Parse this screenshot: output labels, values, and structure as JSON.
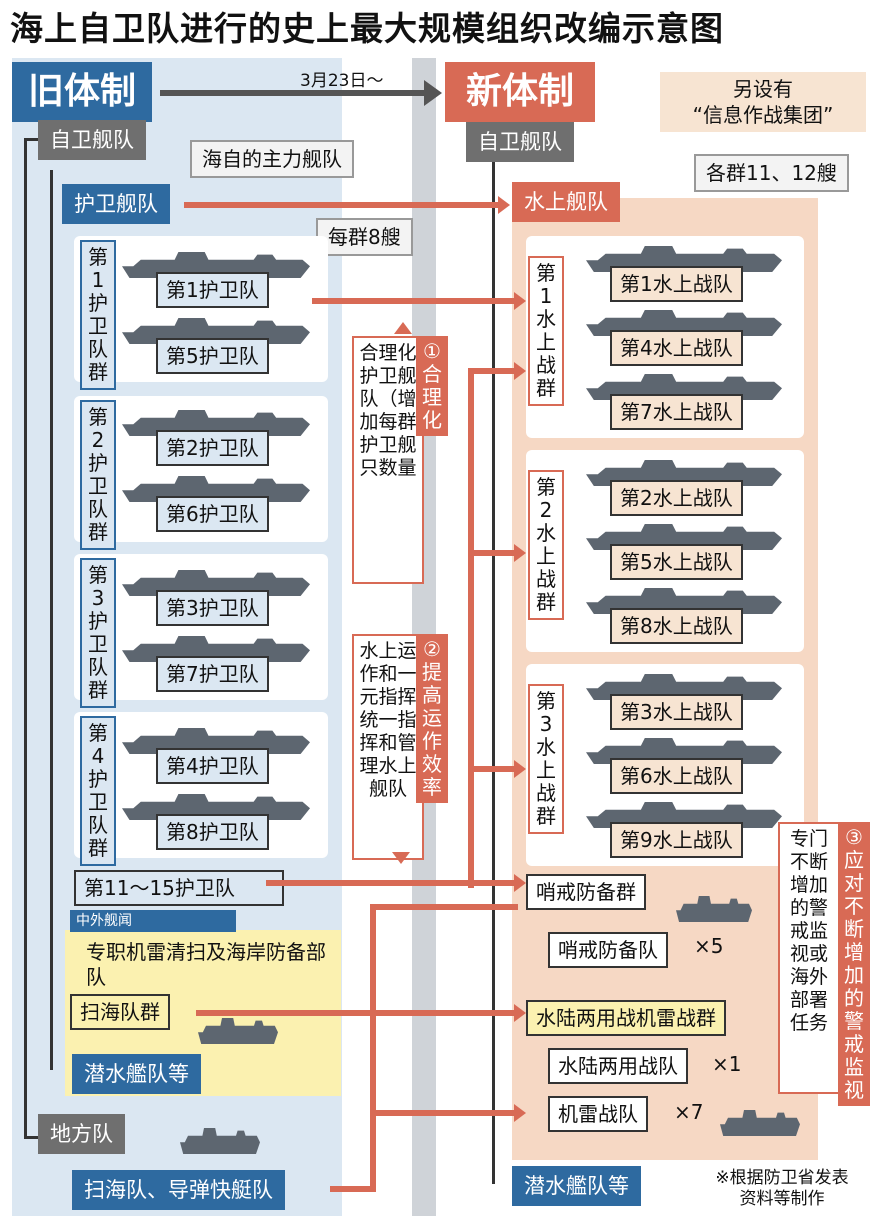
{
  "title": "海上自卫队进行的史上最大规模组织改编示意图",
  "old_header": "旧体制",
  "new_header": "新体制",
  "date_label": "3月23日～",
  "note_info_group": "另设有\n“信息作战集团”",
  "old": {
    "fleet": "自卫舰队",
    "main_fleet_note": "海自的主力舰队",
    "escort_fleet": "护卫舰队",
    "per_group_note": "每群8艘",
    "groups": [
      {
        "label": "第1护卫队群",
        "units": [
          "第1护卫队",
          "第5护卫队"
        ]
      },
      {
        "label": "第2护卫队群",
        "units": [
          "第2护卫队",
          "第6护卫队"
        ]
      },
      {
        "label": "第3护卫队群",
        "units": [
          "第3护卫队",
          "第7护卫队"
        ]
      },
      {
        "label": "第4护卫队群",
        "units": [
          "第4护卫队",
          "第8护卫队"
        ]
      }
    ],
    "escort_11_15": "第11～15护卫队",
    "watermark": "中外舰闻",
    "mine_note": "专职机雷清扫及海岸防备部队",
    "minesweep_group": "扫海队群",
    "submarine": "潜水艦队等",
    "regional": "地方队",
    "regional_units": "扫海队、导弹快艇队"
  },
  "new": {
    "fleet": "自卫舰队",
    "surface_fleet": "水上舰队",
    "per_group_note": "各群11、12艘",
    "groups": [
      {
        "label": "第1水上战群",
        "units": [
          "第1水上战队",
          "第4水上战队",
          "第7水上战队"
        ]
      },
      {
        "label": "第2水上战群",
        "units": [
          "第2水上战队",
          "第5水上战队",
          "第8水上战队"
        ]
      },
      {
        "label": "第3水上战群",
        "units": [
          "第3水上战队",
          "第6水上战队",
          "第9水上战队"
        ]
      }
    ],
    "patrol_group": "哨戒防备群",
    "patrol_unit": "哨戒防备队",
    "patrol_count": "×5",
    "amph_group": "水陆两用战机雷战群",
    "amph_unit": "水陆两用战队",
    "amph_count": "×1",
    "mine_unit": "机雷战队",
    "mine_count": "×7",
    "submarine": "潜水艦队等"
  },
  "points": [
    {
      "label": "①合理化",
      "desc": "合理化护卫舰队（增加每群护卫舰只数量"
    },
    {
      "label": "②提高运作效率",
      "desc": "水上运作和一元指挥统一指挥和管理水上舰队"
    },
    {
      "label": "③应对不断增加的警戒监视",
      "desc": "专门不断增加的警戒监视或海外部署任务"
    }
  ],
  "footnote": "※根据防卫省发表\n资料等制作",
  "colors": {
    "old_blue": "#2e6aa0",
    "new_red": "#d86a55",
    "gray": "#6f6f6f"
  }
}
